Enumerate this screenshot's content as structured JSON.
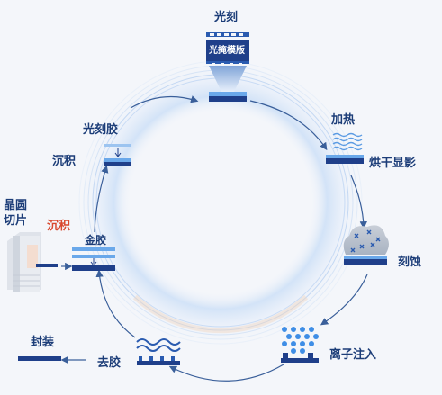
{
  "steps": {
    "wafer": "晶圆\n切片",
    "deposition_1": "沉积",
    "deposition_2": "沉积",
    "gold_glue": "金胶",
    "photoresist": "光刻胶",
    "lithography": "光刻",
    "mask": "光掩模版",
    "heating": "加热",
    "bake_develop": "烘干显影",
    "etch": "刻蚀",
    "ion_implant": "离子注入",
    "strip": "去胶",
    "package": "封装"
  },
  "colors": {
    "navy": "#1c3d78",
    "blue": "#2f6fd6",
    "light_blue": "#7fb2ee",
    "red": "#d9482f",
    "arrow": "#3a5f9a"
  }
}
